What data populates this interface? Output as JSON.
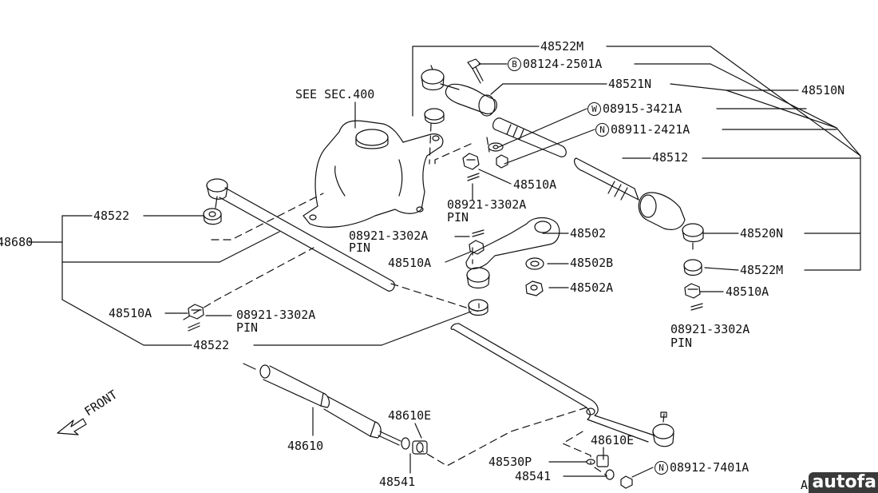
{
  "diagram": {
    "see_section": "SEE SEC.400",
    "front_label": "FRONT",
    "corner_code": "A48",
    "watermark": "autofa",
    "labels": {
      "l_48522M_top": "48522M",
      "l_B_bolt_code": "08124-2501A",
      "l_B_symbol": "B",
      "l_48521N": "48521N",
      "l_48510N": "48510N",
      "l_W_code": "08915-3421A",
      "l_W_symbol": "W",
      "l_N1_code": "08911-2421A",
      "l_N1_symbol": "N",
      "l_48512": "48512",
      "l_48510A_upper": "48510A",
      "l_pin1_code": "08921-3302A",
      "l_pin1_word": "PIN",
      "l_48522_left": "48522",
      "l_48680": "48680",
      "l_pin2_code": "08921-3302A",
      "l_pin2_word": "PIN",
      "l_48502": "48502",
      "l_48510A_mid": "48510A",
      "l_48502B": "48502B",
      "l_48502A": "48502A",
      "l_48520N": "48520N",
      "l_48522M_right": "48522M",
      "l_48510A_right": "48510A",
      "l_pin4_code": "08921-3302A",
      "l_pin4_word": "PIN",
      "l_48510A_left": "48510A",
      "l_pin3_code": "08921-3302A",
      "l_pin3_word": "PIN",
      "l_48522_bottom": "48522",
      "l_48610": "48610",
      "l_48610E_a": "48610E",
      "l_48541_a": "48541",
      "l_48610E_b": "48610E",
      "l_48530P": "48530P",
      "l_48541_b": "48541",
      "l_N2_code": "08912-7401A",
      "l_N2_symbol": "N"
    }
  }
}
